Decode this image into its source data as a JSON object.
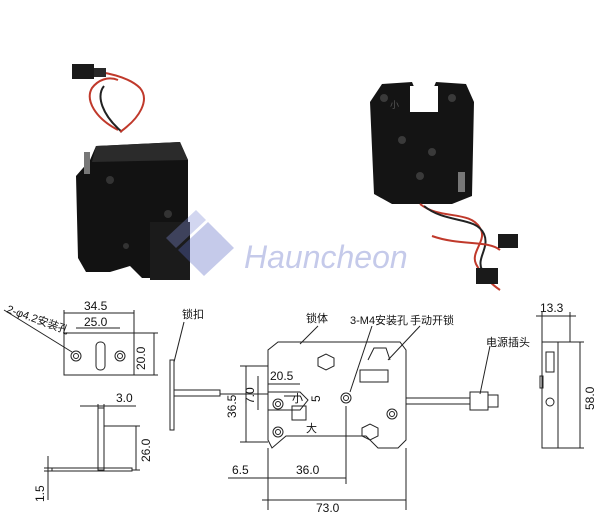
{
  "watermark": {
    "text": "Hauncheon"
  },
  "labels": {
    "install_hole_2": "2-φ4.2安装孔",
    "lock_catch": "锁扣",
    "lock_body": "锁体",
    "m4_install_hole": "3-M4安装孔",
    "manual_unlock": "手动开锁",
    "power_plug": "电源插头",
    "small_mark": "小",
    "big_mark": "大"
  },
  "dimensions": {
    "catch_width": "34.5",
    "catch_hole_spacing": "25.0",
    "catch_height": "20.0",
    "catch_thickness": "3.0",
    "catch_leg_length": "26.0",
    "catch_base": "1.5",
    "body_depth": "13.3",
    "body_height": "58.0",
    "slot_offset": "20.5",
    "body_side": "36.5",
    "slot_width": "7.0",
    "slot_depth": "5",
    "left_offset": "6.5",
    "hole_spacing": "36.0",
    "body_width": "73.0"
  }
}
